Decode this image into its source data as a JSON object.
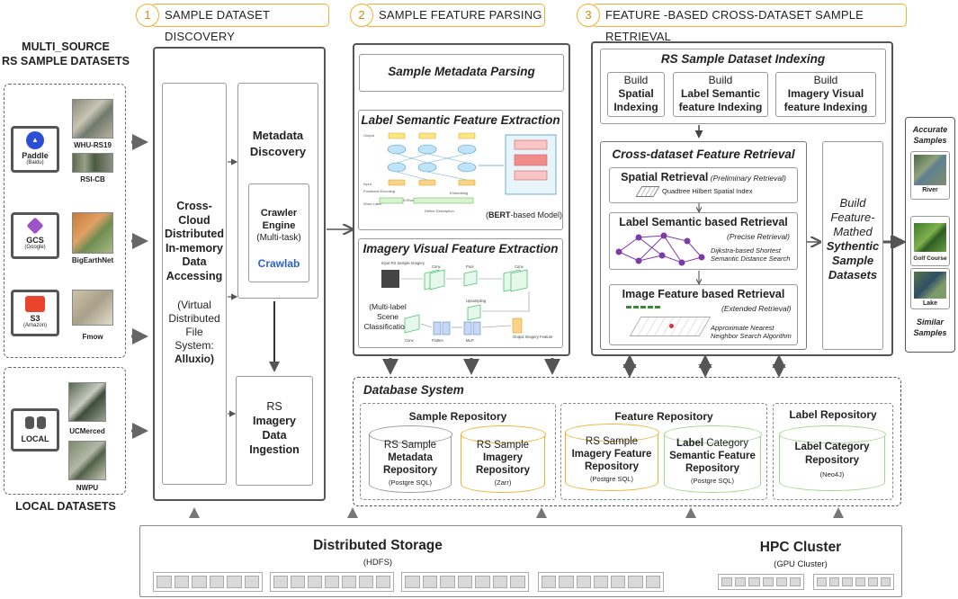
{
  "stages": [
    {
      "num": "1",
      "label": "SAMPLE DATASET DISCOVERY"
    },
    {
      "num": "2",
      "label": "SAMPLE FEATURE PARSING"
    },
    {
      "num": "3",
      "label": "FEATURE -BASED CROSS-DATASET SAMPLE RETRIEVAL"
    }
  ],
  "left": {
    "top_title_1": "MULTI_SOURCE",
    "top_title_2": "RS SAMPLE DATASETS",
    "bottom_title": "LOCAL DATASETS",
    "sources": [
      {
        "name": "Paddle",
        "sub": "(Baidu)"
      },
      {
        "name": "GCS",
        "sub": "(Google)"
      },
      {
        "name": "S3",
        "sub": "(Amazon)"
      },
      {
        "name": "LOCAL",
        "sub": ""
      }
    ],
    "datasets": [
      "WHU-RS19",
      "RSI-CB",
      "BigEarthNet",
      "Fmow",
      "UCMerced",
      "NWPU"
    ]
  },
  "col1": {
    "cross_1": "Cross-",
    "cross_2": "Cloud",
    "cross_3": "Distributed",
    "cross_4": "In-memory",
    "cross_5": "Data",
    "cross_6": "Accessing",
    "virt_1": "(Virtual",
    "virt_2": "Distributed",
    "virt_3": "File",
    "virt_4": "System:",
    "virt_5": "Alluxio)",
    "meta_1": "Metadata",
    "meta_2": "Discovery",
    "crawler_1": "Crawler",
    "crawler_2": "Engine",
    "crawler_3": "(Multi-task)",
    "crawlab": "Crawlab",
    "ingest_1": "RS",
    "ingest_2": "Imagery",
    "ingest_3": "Data",
    "ingest_4": "Ingestion"
  },
  "col2": {
    "metadata_parsing": "Sample Metadata Parsing",
    "label_title": "Label Semantic Feature Extraction",
    "bert_bold": "BERT",
    "bert_rest": "-based Model)",
    "bert_open": "(",
    "imagery_title": "Imagery Visual Feature Extraction",
    "multi_1": "(Multi-label",
    "multi_2": "Scene",
    "multi_3": "Classification)",
    "diag_labels": [
      "Input RS Sample Imagery",
      "Conv",
      "Pool",
      "Conv",
      "Upsampling",
      "Conv",
      "Flatten",
      "MLP",
      "Output Imagery Feature"
    ],
    "bert_labels": [
      "Output",
      "Input",
      "Positional Encoding",
      "Embedding",
      "Word Label",
      "A River is a natural freshwater stream ...",
      "Define Description"
    ]
  },
  "col3": {
    "indexing_title": "RS Sample Dataset Indexing",
    "idx": [
      {
        "top": "Build",
        "b1": "Spatial",
        "b2": "Indexing"
      },
      {
        "top": "Build",
        "b1": "Label Semantic",
        "b2": "feature Indexing"
      },
      {
        "top": "Build",
        "b1": "Imagery Visual",
        "b2": "feature Indexing"
      }
    ],
    "retrieval_title": "Cross-dataset Feature Retrieval",
    "spatial_b": "Spatial Retrieval",
    "spatial_i": " (Preliminary Retrieval)",
    "spatial_sub": "Quadtree Hilbert Spatial Index",
    "label_b": "Label Semantic based Retrieval",
    "label_i": "(Precise Retrieval)",
    "label_sub_1": "Dijkstra-based Shortest",
    "label_sub_2": "Semantic Distance Search",
    "image_b": "Image Feature based Retrieval",
    "image_i": "(Extended Retrieval)",
    "image_sub_1": "Approximate Nearest",
    "image_sub_2": "Neighbor Search Algorithm",
    "build_1": "Build",
    "build_2": "Feature-",
    "build_3": "Mathed",
    "build_4": "Sythentic",
    "build_5": "Sample",
    "build_6": "Datasets"
  },
  "right": {
    "acc_1": "Accurate",
    "acc_2": "Samples",
    "samples": [
      "River",
      "Golf Course",
      "Lake"
    ],
    "sim_1": "Similar",
    "sim_2": "Samples"
  },
  "db": {
    "title": "Database System",
    "groups": [
      "Sample Repository",
      "Feature Repository",
      "Label Repository"
    ],
    "repos": [
      {
        "l1": "RS Sample",
        "l2": "Metadata",
        "l3": "Repository",
        "sub": "(Postgre SQL)",
        "color": "#999999"
      },
      {
        "l1": "RS Sample",
        "l2": "Imagery",
        "l3": "Repository",
        "sub": "(Zarr)",
        "color": "#f0b030"
      },
      {
        "l1": "RS  Sample",
        "l2": "Imagery Feature",
        "l3": "Repository",
        "sub": "(Postgre SQL)",
        "color": "#f0b030"
      },
      {
        "l1": "Label",
        "l1b": " Category",
        "l2": "Semantic Feature",
        "l3": "Repository",
        "sub": "(Postgre SQL)",
        "color": "#9fd88a"
      },
      {
        "l1": "Label Category",
        "l2": "Repository",
        "l3": "",
        "sub": "(Neo4J)",
        "color": "#9fd88a"
      }
    ]
  },
  "bottom": {
    "storage_title": "Distributed Storage",
    "storage_sub": "(HDFS)",
    "hpc_title": "HPC Cluster",
    "hpc_sub": "(GPU Cluster)"
  }
}
